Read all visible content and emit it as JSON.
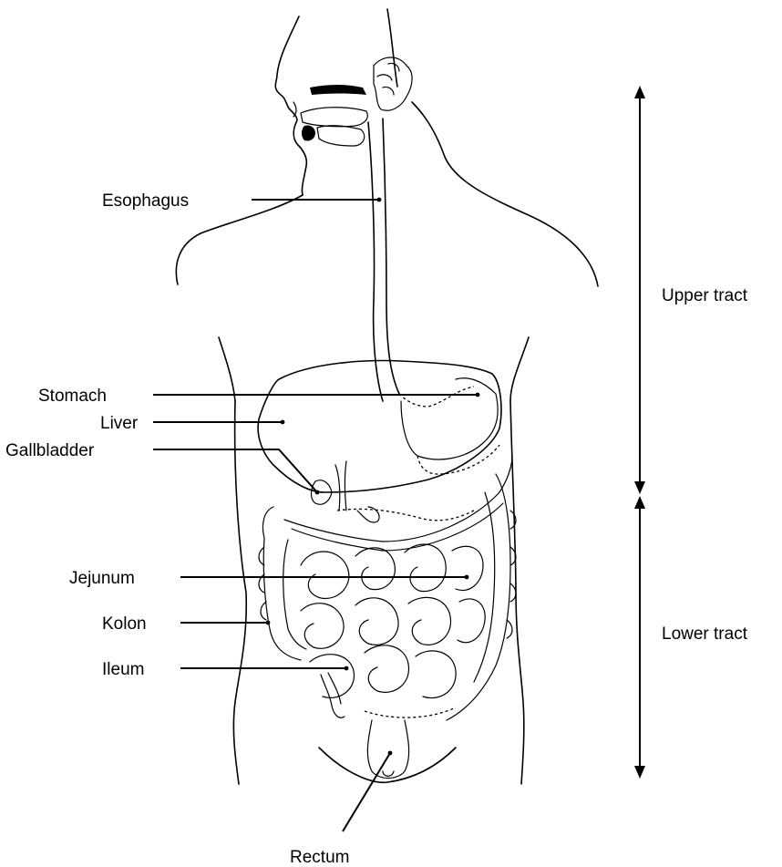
{
  "labels": {
    "esophagus": "Esophagus",
    "stomach": "Stomach",
    "liver": "Liver",
    "gallbladder": "Gallbladder",
    "jejunum": "Jejunum",
    "kolon": "Kolon",
    "ileum": "Ileum",
    "rectum": "Rectum"
  },
  "tracts": {
    "upper": "Upper tract",
    "lower": "Lower tract"
  }
}
